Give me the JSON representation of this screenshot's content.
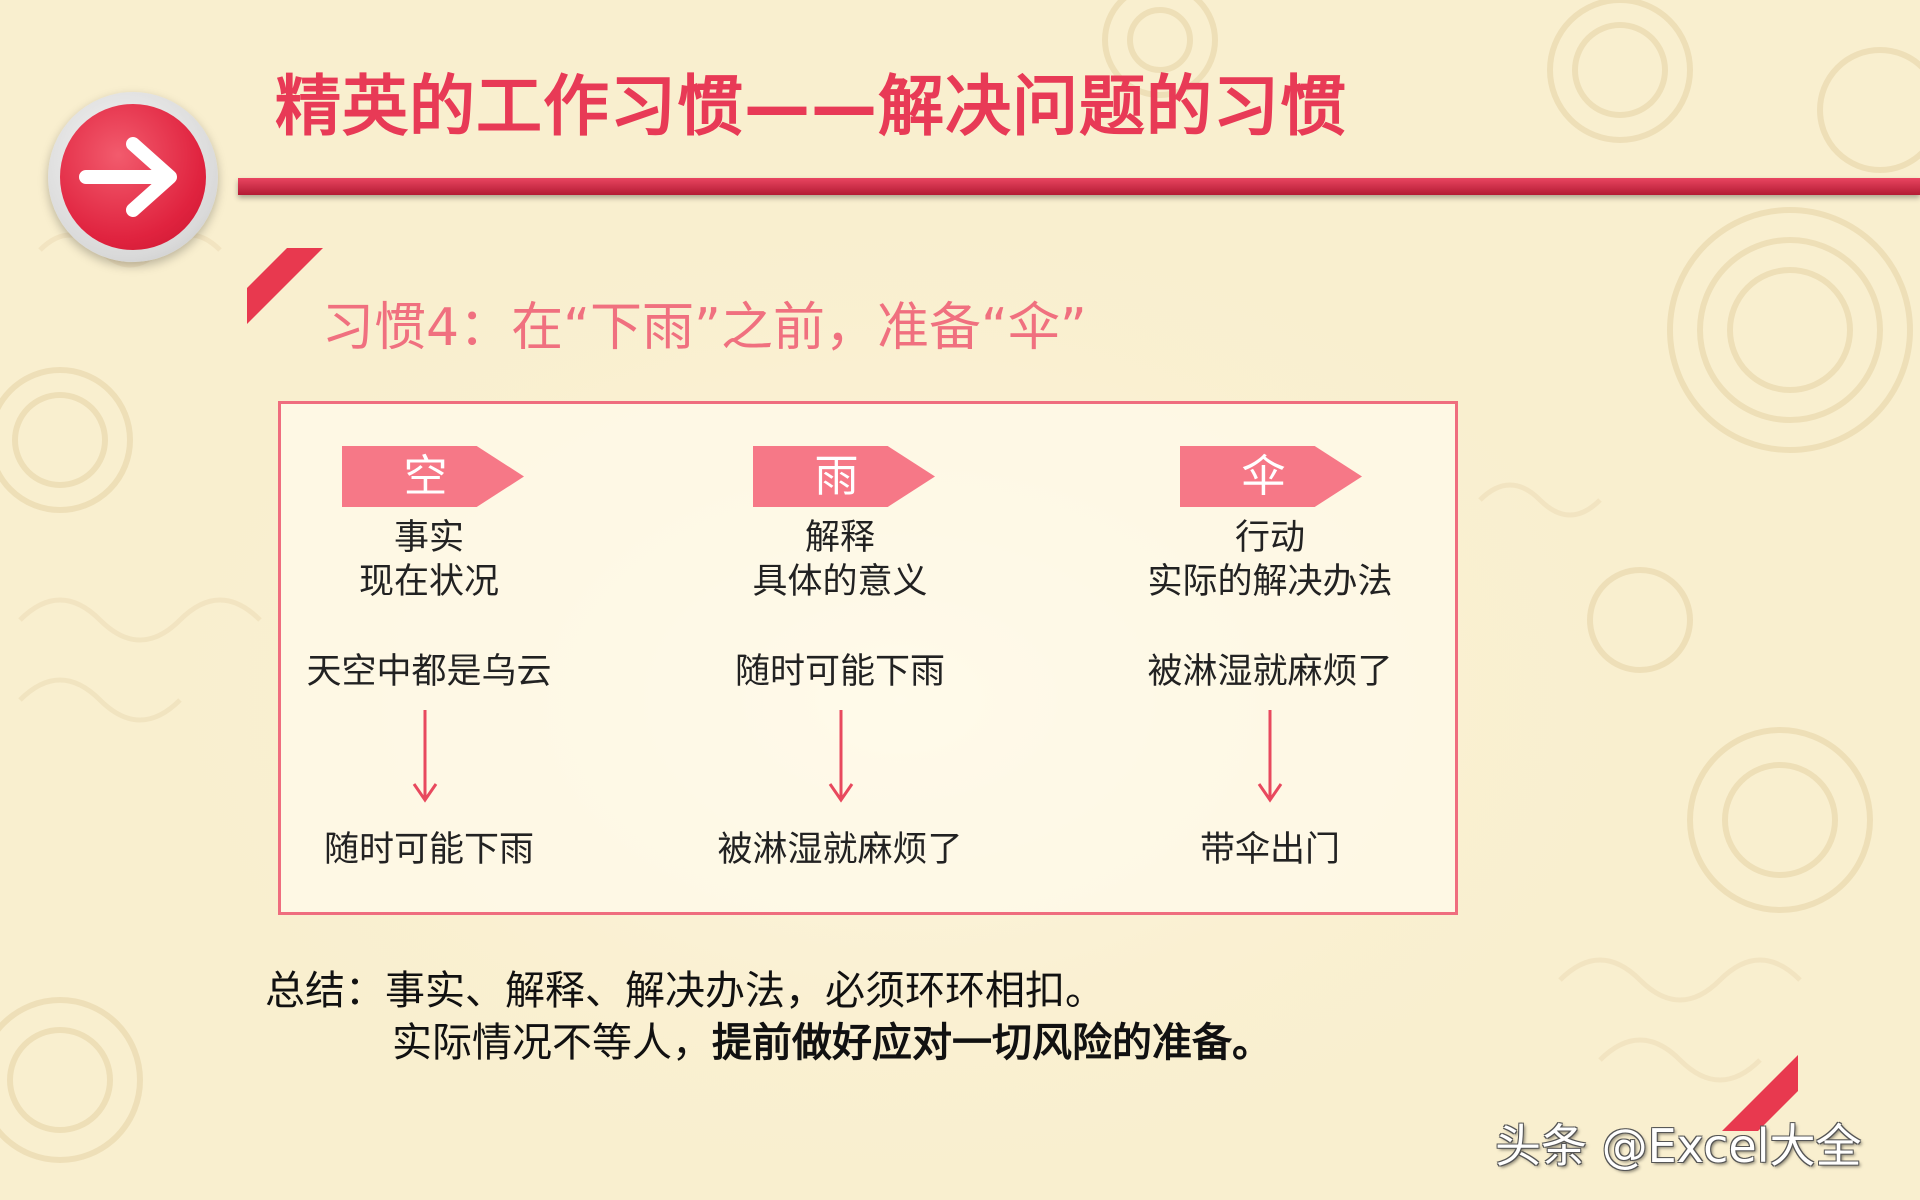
{
  "header": {
    "title": "精英的工作习惯——解决问题的习惯",
    "arrow_icon": "right-arrow-icon"
  },
  "subtitle": "习惯4：在“下雨”之前，准备“伞”",
  "columns": [
    {
      "tag": "空",
      "label1": "事实",
      "label2": "现在状况",
      "example": "天空中都是乌云",
      "result": "随时可能下雨"
    },
    {
      "tag": "雨",
      "label1": "解释",
      "label2": "具体的意义",
      "example": "随时可能下雨",
      "result": "被淋湿就麻烦了"
    },
    {
      "tag": "伞",
      "label1": "行动",
      "label2": "实际的解决办法",
      "example": "被淋湿就麻烦了",
      "result": "带伞出门"
    }
  ],
  "summary": {
    "line1": "总结：事实、解释、解决办法，必须环环相扣。",
    "line2_normal": "实际情况不等人，",
    "line2_bold": "提前做好应对一切风险的准备。"
  },
  "watermark": "头条 @Excel大全",
  "colors": {
    "accent": "#e83a56",
    "tag": "#f67887",
    "box_border": "#ef6d7e",
    "background": "#f9efcf"
  }
}
